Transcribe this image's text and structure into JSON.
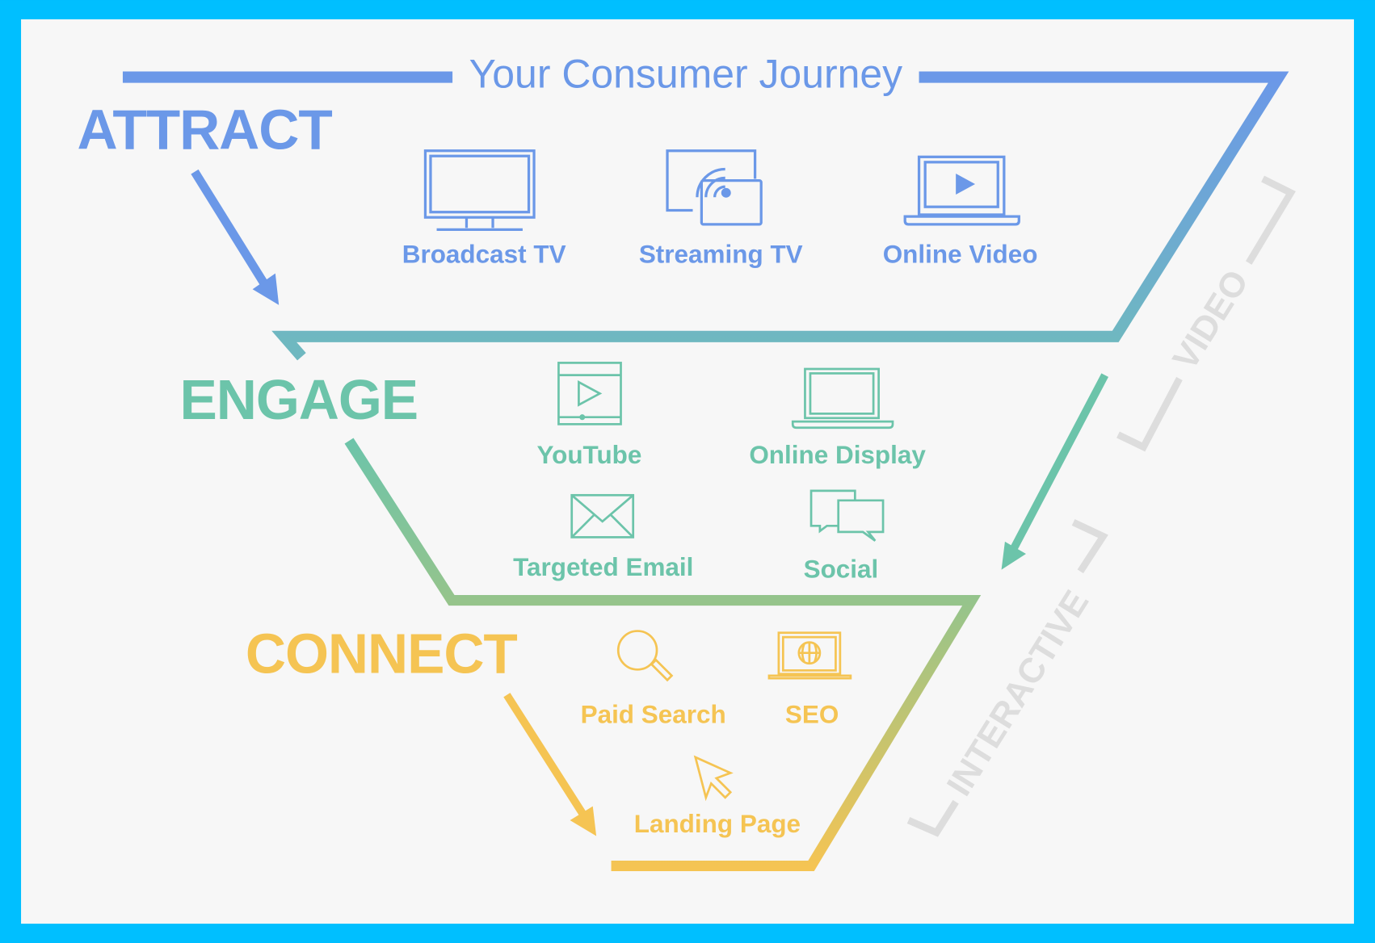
{
  "title": "Your Consumer Journey",
  "colors": {
    "frame": "#00BFFF",
    "panel": "#F7F7F7",
    "attract": "#6B98E8",
    "engage": "#6CC4AA",
    "connect": "#F5C453",
    "ghost": "#DDDDDD"
  },
  "stages": {
    "attract": {
      "label": "ATTRACT",
      "items": [
        {
          "label": "Broadcast TV",
          "icon": "tv-icon"
        },
        {
          "label": "Streaming TV",
          "icon": "cast-icon"
        },
        {
          "label": "Online Video",
          "icon": "laptop-play-icon"
        }
      ]
    },
    "engage": {
      "label": "ENGAGE",
      "items": [
        {
          "label": "YouTube",
          "icon": "video-player-icon"
        },
        {
          "label": "Online Display",
          "icon": "laptop-icon"
        },
        {
          "label": "Targeted Email",
          "icon": "envelope-icon"
        },
        {
          "label": "Social",
          "icon": "chat-bubbles-icon"
        }
      ]
    },
    "connect": {
      "label": "CONNECT",
      "items": [
        {
          "label": "Paid Search",
          "icon": "magnifier-icon"
        },
        {
          "label": "SEO",
          "icon": "laptop-globe-icon"
        },
        {
          "label": "Landing Page",
          "icon": "cursor-icon"
        }
      ]
    }
  },
  "side_labels": {
    "video": "VIDEO",
    "interactive": "INTERACTIVE"
  }
}
